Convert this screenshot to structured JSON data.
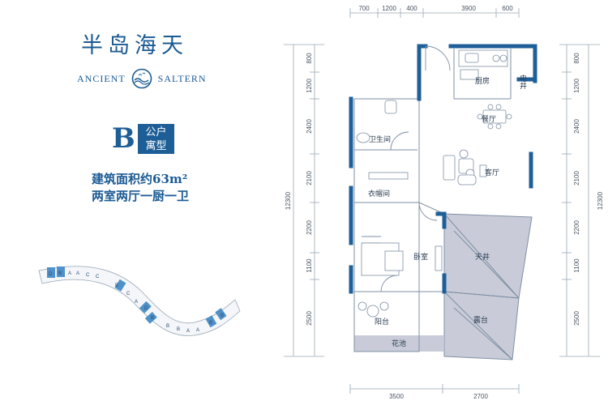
{
  "brand": {
    "title": "半岛海天",
    "en_left": "ANCIENT",
    "en_right": "SALTERN"
  },
  "unit": {
    "letter": "B",
    "type_line1": "公户",
    "type_line2": "寓型",
    "area": "建筑面积约63m²",
    "layout": "两室两厅一厨一卫"
  },
  "dimensions": {
    "top": [
      "700",
      "1200",
      "400",
      "3900",
      "600"
    ],
    "bottom": [
      "3500",
      "2700"
    ],
    "left": [
      "800",
      "1200",
      "2400",
      "2100",
      "2200",
      "1100",
      "2500"
    ],
    "right": [
      "800",
      "1200",
      "2400",
      "2100",
      "2200",
      "1100",
      "2500"
    ],
    "total": "12300"
  },
  "rooms": {
    "kitchen": "厨房",
    "elec": "电井",
    "dining": "餐厅",
    "bath": "卫生间",
    "living": "客厅",
    "closet": "衣帽间",
    "bedroom": "卧室",
    "courtyard": "天井",
    "balcony": "阳台",
    "terrace": "露台",
    "planter": "花池"
  },
  "siteplan": {
    "labels": [
      "D",
      "B",
      "A",
      "A",
      "C",
      "C",
      "B",
      "C",
      "A",
      "D",
      "B",
      "B",
      "B",
      "A",
      "A",
      "B",
      "B"
    ]
  },
  "colors": {
    "brand_blue": "#1b5a93",
    "wall_blue": "#1f5f99",
    "highlight": "#5b9bd1"
  }
}
